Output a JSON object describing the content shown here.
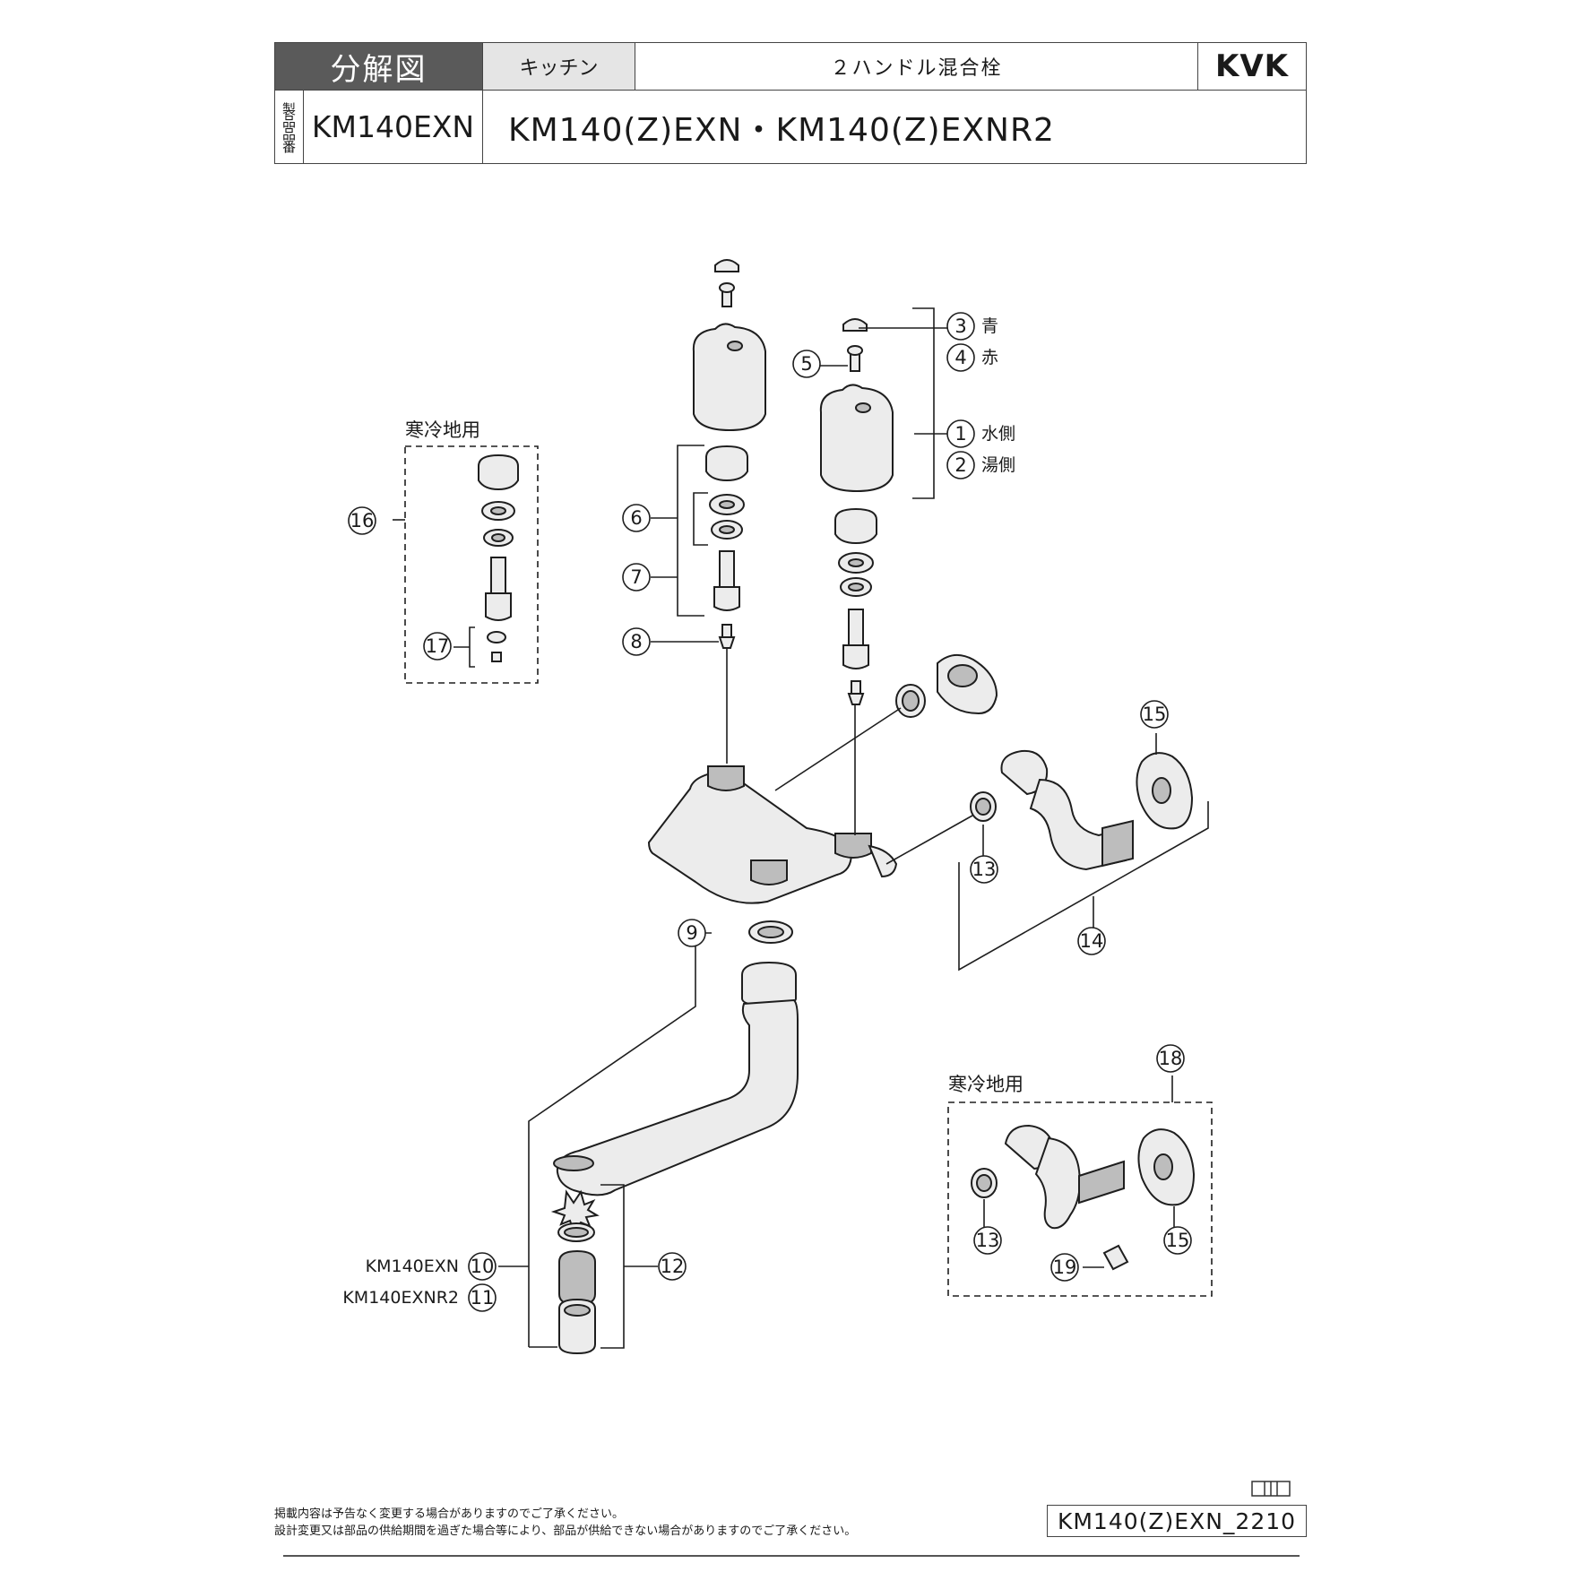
{
  "header": {
    "title": "分解図",
    "category": "キッチン",
    "product_type": "２ハンドル混合栓",
    "brand": "KVK",
    "vertical_label": "製品品番",
    "product_code": "KM140EXN",
    "models": "KM140(Z)EXN・KM140(Z)EXNR2"
  },
  "group_labels": {
    "cold_region_left": "寒冷地用",
    "cold_region_right": "寒冷地用"
  },
  "part_labels": {
    "p1": "水側",
    "p2": "湯側",
    "p3": "青",
    "p4": "赤",
    "p10": "KM140EXN",
    "p11": "KM140EXNR2"
  },
  "callouts": {
    "c1": "1",
    "c2": "2",
    "c3": "3",
    "c4": "4",
    "c5": "5",
    "c6": "6",
    "c7": "7",
    "c8": "8",
    "c9": "9",
    "c10": "10",
    "c11": "11",
    "c12": "12",
    "c13": "13",
    "c13b": "13",
    "c14": "14",
    "c15": "15",
    "c15b": "15",
    "c16": "16",
    "c17": "17",
    "c18": "18",
    "c19": "19"
  },
  "footer": {
    "note_1": "掲載内容は予告なく変更する場合がありますのでご了承ください。",
    "note_2": "設計変更又は部品の供給期間を過ぎた場合等により、部品が供給できない場合がありますのでご了承ください。",
    "document_id": "KM140(Z)EXN_2210"
  }
}
